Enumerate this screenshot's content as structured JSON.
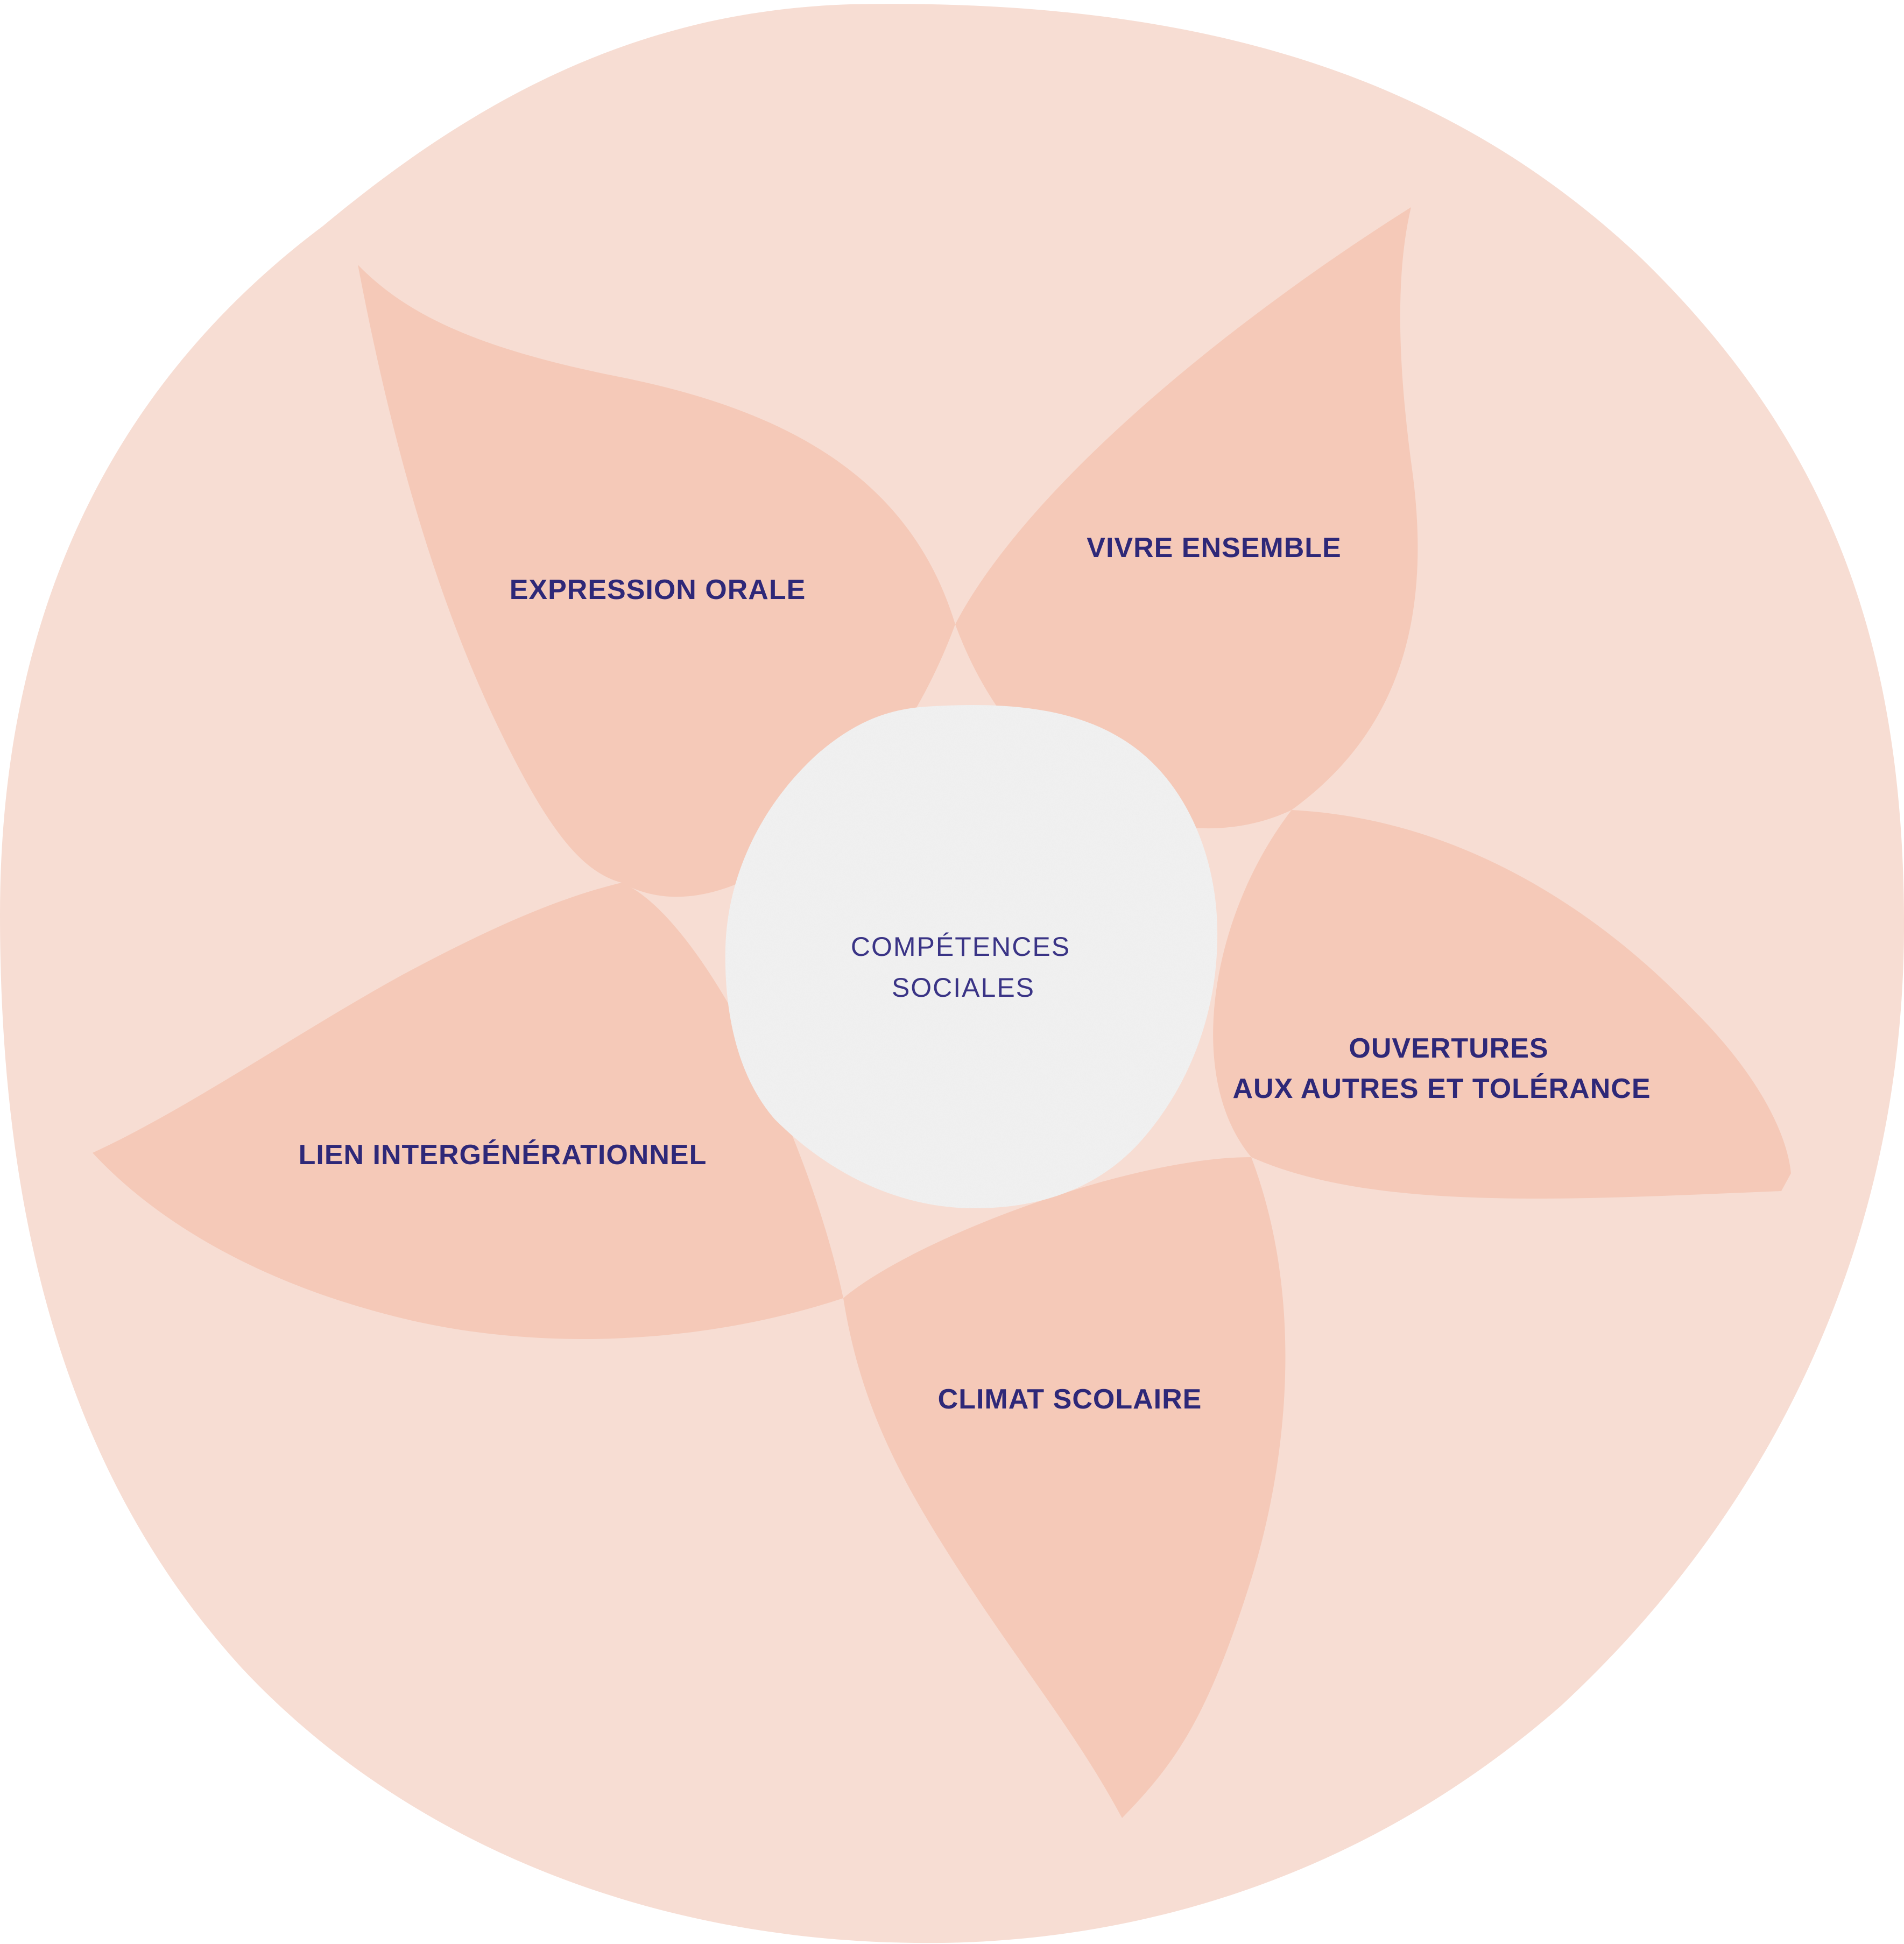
{
  "diagram": {
    "center": {
      "lines": [
        "COMPÉTENCES",
        "SOCIALES"
      ]
    },
    "petals": [
      {
        "id": "expression-orale",
        "lines": [
          "EXPRESSION ORALE"
        ]
      },
      {
        "id": "vivre-ensemble",
        "lines": [
          "VIVRE ENSEMBLE"
        ]
      },
      {
        "id": "ouvertures",
        "lines": [
          "OUVERTURES",
          "AUX AUTRES ET TOLÉRANCE"
        ]
      },
      {
        "id": "climat-scolaire",
        "lines": [
          "CLIMAT SCOLAIRE"
        ]
      },
      {
        "id": "lien-intergenerationnel",
        "lines": [
          "LIEN INTERGÉNÉRATIONNEL"
        ]
      }
    ]
  },
  "colors": {
    "background_disc": "#f7ddd3",
    "petal": "#f5c9b8",
    "center": "#f2f2f2",
    "text": "#2e2878"
  }
}
